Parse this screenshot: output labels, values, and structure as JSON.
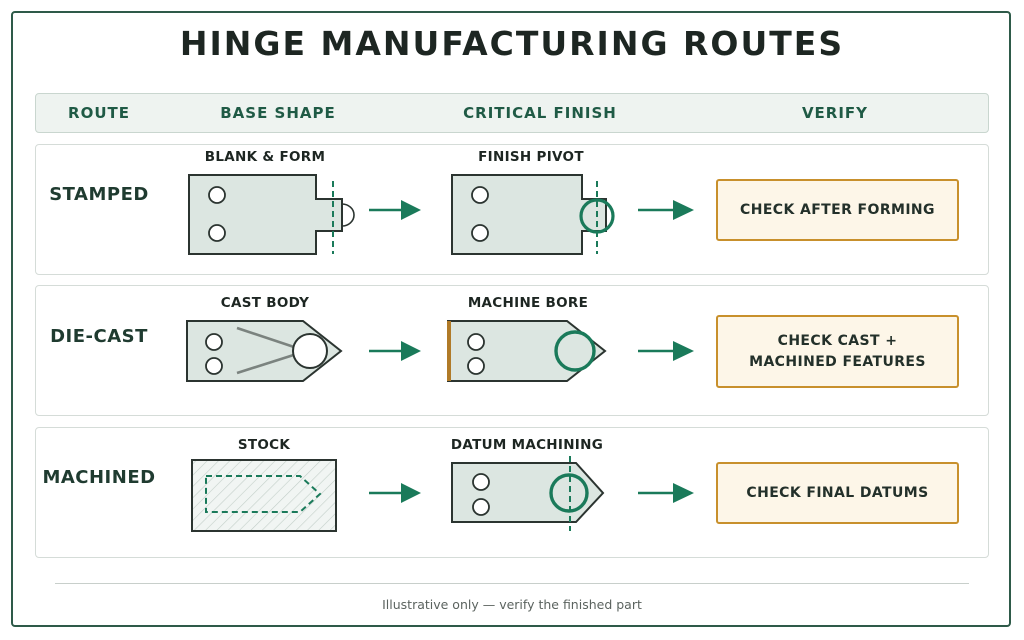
{
  "title": "HINGE MANUFACTURING ROUTES",
  "headers": {
    "route": "ROUTE",
    "base_shape": "BASE SHAPE",
    "critical_finish": "CRITICAL FINISH",
    "verify": "VERIFY"
  },
  "rows": [
    {
      "route": "STAMPED",
      "base_step": "BLANK & FORM",
      "finish_step": "FINISH PIVOT",
      "verify": "CHECK AFTER FORMING"
    },
    {
      "route": "DIE-CAST",
      "base_step": "CAST BODY",
      "finish_step": "MACHINE BORE",
      "verify": "CHECK CAST +\nMACHINED FEATURES"
    },
    {
      "route": "MACHINED",
      "base_step": "STOCK",
      "finish_step": "DATUM MACHINING",
      "verify": "CHECK FINAL DATUMS"
    }
  ],
  "footnote": "Illustrative only — verify the finished part",
  "colors": {
    "accent_green": "#1a7a5a",
    "dark_green": "#1f5a45",
    "verify_border": "#c8902c",
    "verify_fill": "#fdf6e8",
    "part_fill": "#dce6e1",
    "machined_edge": "#b07a28"
  }
}
